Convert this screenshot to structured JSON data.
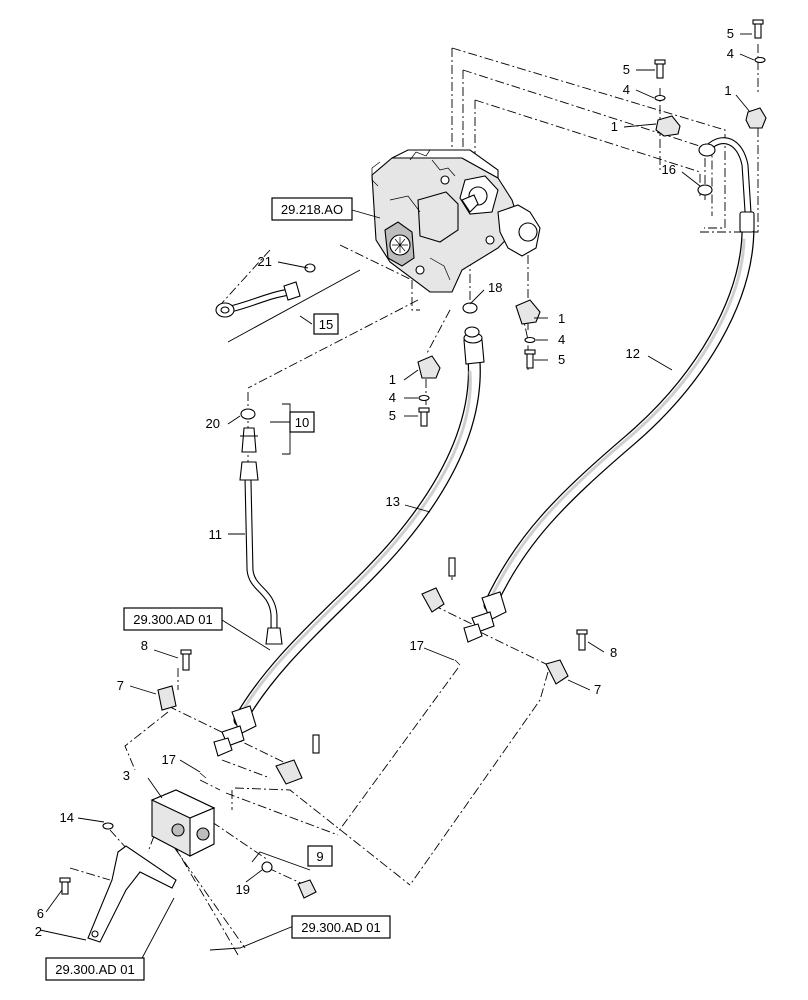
{
  "references": {
    "pump_ref": "29.218.AO",
    "hose_ref": "29.300.AD 01",
    "block_ref_right": "29.300.AD 01",
    "bracket_ref": "29.300.AD 01"
  },
  "boxed_items": {
    "kit_10": "10",
    "kit_15": "15",
    "kit_9": "9"
  },
  "callouts": {
    "c1_top_right": "1",
    "c1_top_mid": "1",
    "c1_mid_right": "1",
    "c1_mid_left": "1",
    "c2": "2",
    "c3": "3",
    "c4_top_right": "4",
    "c4_top_mid": "4",
    "c4_mid_right": "4",
    "c4_mid_left": "4",
    "c5_top_right": "5",
    "c5_top_mid": "5",
    "c5_mid_right": "5",
    "c5_mid_left": "5",
    "c6": "6",
    "c7_left": "7",
    "c7_right": "7",
    "c8_left": "8",
    "c8_right": "8",
    "c11": "11",
    "c12": "12",
    "c13": "13",
    "c14": "14",
    "c16": "16",
    "c17_left": "17",
    "c17_right": "17",
    "c18": "18",
    "c19": "19",
    "c20": "20",
    "c21": "21"
  },
  "icons": {
    "pump": "hydraulic-pump-icon",
    "hose": "hydraulic-hose-icon",
    "clamp": "hose-clamp-icon",
    "bolt": "bolt-icon",
    "washer": "washer-icon",
    "o_ring": "o-ring-icon",
    "fitting": "elbow-fitting-icon",
    "block": "manifold-block-icon",
    "bracket": "mounting-bracket-icon",
    "plug": "plug-icon"
  }
}
